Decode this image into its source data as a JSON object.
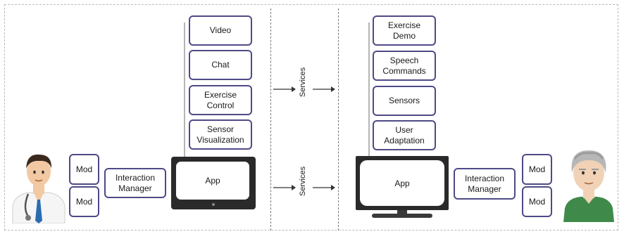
{
  "left_panel": {
    "services": [
      "Video",
      "Chat",
      "Exercise\nControl",
      "Sensor\nVisualization"
    ],
    "app_label": "App",
    "interaction_manager": "Interaction\nManager",
    "mods": [
      "Mod",
      "Mod"
    ]
  },
  "middle": {
    "services_top": "Services",
    "services_bottom": "Services"
  },
  "right_panel": {
    "services": [
      "Exercise\nDemo",
      "Speech\nCommands",
      "Sensors",
      "User\nAdaptation"
    ],
    "app_label": "App",
    "interaction_manager": "Interaction\nManager",
    "mods": [
      "Mod",
      "Mod"
    ]
  },
  "colors": {
    "box_border": "#4e4a86",
    "doctor_coat": "#ffffff",
    "doctor_tie": "#2b6cb0",
    "elder_shirt": "#3f8a4a"
  },
  "icons": [
    "doctor-icon",
    "elder-patient-icon",
    "tablet-device-icon",
    "tv-screen-icon",
    "right-arrow-icon"
  ]
}
